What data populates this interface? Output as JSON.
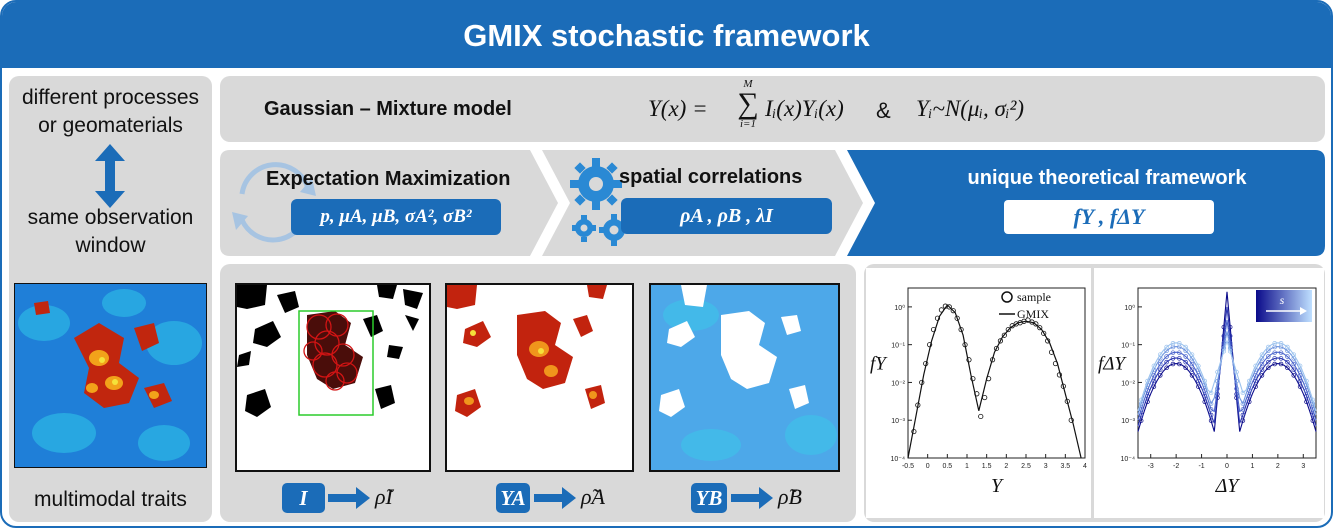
{
  "title": "GMIX stochastic framework",
  "left_panel": {
    "top_text": "different processes or geomaterials",
    "bottom_text": "same observation window",
    "caption": "multimodal traits",
    "arrow_icon": "double-arrow-vertical"
  },
  "model": {
    "label": "Gaussian – Mixture model",
    "equation_lhs": "Y(x) =",
    "sum_upper": "M",
    "sum_lower": "i=1",
    "equation_rhs": "Iᵢ(x)Yᵢ(x)",
    "ampersand": "&",
    "distribution": "Yᵢ~N(μᵢ, σᵢ²)"
  },
  "steps": [
    {
      "title": "Expectation Maximization",
      "params": "p, μA, μB, σA², σB²",
      "icon": "cycle-arrows-icon"
    },
    {
      "title": "spatial correlations",
      "params": "ρA , ρB , λI",
      "icon": "gears-icon"
    },
    {
      "title": "unique theoretical framework",
      "params": "fY , fΔY"
    }
  ],
  "fields": [
    {
      "chip": "I",
      "arrow": "→",
      "result": "ρ̃I"
    },
    {
      "chip": "YA",
      "arrow": "→",
      "result": "ρ̃A"
    },
    {
      "chip": "YB",
      "arrow": "→",
      "result": "ρ̃B"
    }
  ],
  "colors": {
    "primary": "#1b6cb8",
    "panel": "#d9d9d9",
    "bbox": "#2bcc2b",
    "dark_blue": "#1a1aa0"
  },
  "chart_data": [
    {
      "type": "scatter",
      "title": "",
      "xlabel": "Y",
      "ylabel": "fY",
      "xlim": [
        -0.5,
        4
      ],
      "ylim_log10": [
        -4,
        0.5
      ],
      "log_y": true,
      "x_ticks": [
        "-0.5",
        "0",
        "0.5",
        "1",
        "1.5",
        "2",
        "2.5",
        "3",
        "3.5",
        "4"
      ],
      "y_ticks": [
        "10⁰",
        "10⁻¹",
        "10⁻²",
        "10⁻³",
        "10⁻⁴"
      ],
      "legend": [
        "sample",
        "GMIX"
      ],
      "legend_position": "top-right",
      "sample_x": [
        -0.35,
        -0.25,
        -0.15,
        -0.05,
        0.05,
        0.15,
        0.25,
        0.35,
        0.45,
        0.55,
        0.65,
        0.75,
        0.85,
        0.95,
        1.05,
        1.15,
        1.25,
        1.35,
        1.45,
        1.55,
        1.65,
        1.75,
        1.85,
        1.95,
        2.05,
        2.15,
        2.25,
        2.35,
        2.45,
        2.55,
        2.65,
        2.75,
        2.85,
        2.95,
        3.05,
        3.15,
        3.25,
        3.35,
        3.45,
        3.55,
        3.65
      ],
      "sample_log10_y": [
        -3.3,
        -2.6,
        -2.0,
        -1.5,
        -1.0,
        -0.6,
        -0.3,
        -0.08,
        0.02,
        0.0,
        -0.1,
        -0.3,
        -0.6,
        -1.0,
        -1.4,
        -1.9,
        -2.3,
        -2.9,
        -2.4,
        -1.9,
        -1.4,
        -1.1,
        -0.9,
        -0.75,
        -0.6,
        -0.5,
        -0.45,
        -0.42,
        -0.38,
        -0.35,
        -0.4,
        -0.45,
        -0.55,
        -0.7,
        -0.9,
        -1.2,
        -1.5,
        -1.8,
        -2.1,
        -2.5,
        -3.0
      ],
      "model_x": [
        -0.5,
        -0.3,
        -0.1,
        0.1,
        0.3,
        0.5,
        0.7,
        0.9,
        1.1,
        1.3,
        1.5,
        1.7,
        1.9,
        2.1,
        2.3,
        2.5,
        2.7,
        2.9,
        3.1,
        3.3,
        3.5,
        3.7,
        3.9
      ],
      "model_log10_y": [
        -4.0,
        -2.9,
        -1.8,
        -0.9,
        -0.25,
        0.05,
        -0.15,
        -0.75,
        -1.8,
        -2.75,
        -1.9,
        -1.2,
        -0.8,
        -0.55,
        -0.42,
        -0.38,
        -0.42,
        -0.6,
        -0.95,
        -1.5,
        -2.3,
        -3.1,
        -4.0
      ]
    },
    {
      "type": "scatter",
      "title": "",
      "xlabel": "ΔY",
      "ylabel": "fΔY",
      "xlim": [
        -3.5,
        3.5
      ],
      "ylim_log10": [
        -4,
        0.5
      ],
      "log_y": true,
      "x_ticks": [
        "-3",
        "-2",
        "-1",
        "0",
        "1",
        "2",
        "3"
      ],
      "y_ticks": [
        "10⁰",
        "10⁻¹",
        "10⁻²",
        "10⁻³",
        "10⁻⁴"
      ],
      "legend": [
        "s"
      ],
      "legend_position": "top-right",
      "separations": [
        {
          "peak_log10": 0.4,
          "side_log10": -1.5,
          "dip_log10": -2.8
        },
        {
          "peak_log10": 0.0,
          "side_log10": -1.35,
          "dip_log10": -2.3
        },
        {
          "peak_log10": -0.35,
          "side_log10": -1.2,
          "dip_log10": -1.8
        },
        {
          "peak_log10": -0.65,
          "side_log10": -1.05,
          "dip_log10": -1.4
        },
        {
          "peak_log10": -0.9,
          "side_log10": -0.95,
          "dip_log10": -1.1
        }
      ],
      "series_colors": [
        "#0a0a8a",
        "#2a36b0",
        "#4a64cc",
        "#6f95de",
        "#9cc3ee"
      ]
    }
  ]
}
